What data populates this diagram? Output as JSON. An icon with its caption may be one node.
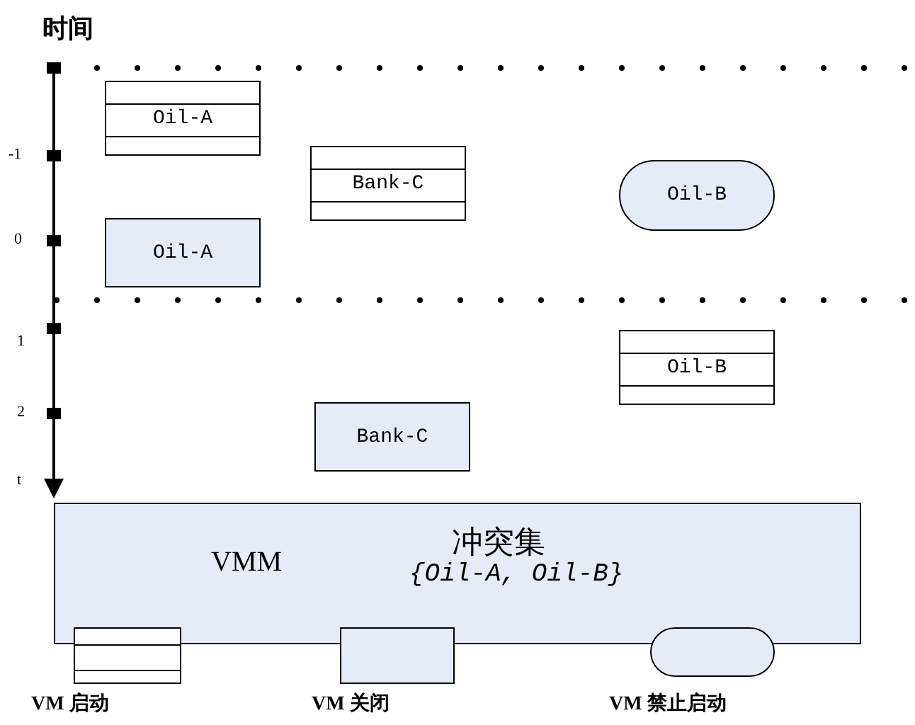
{
  "diagram": {
    "nodes": [
      {
        "text": [
          "Oil-A"
        ]
      },
      {
        "text": [
          "Bank-C"
        ]
      },
      {
        "text": [
          "Oil-B"
        ]
      },
      {
        "text": [
          "Oil-A"
        ]
      },
      {
        "text": [
          "Oil-B"
        ]
      },
      {
        "text": [
          "Bank-C"
        ]
      },
      {
        "text": [
          "VMM",
          "冲突集",
          "{Oil-A, Oil-B}"
        ]
      }
    ],
    "edges": [],
    "labels": [
      "时间",
      "-1",
      "0",
      "1",
      "2",
      "t"
    ],
    "legend": [
      {
        "text": "VM 启动"
      },
      {
        "text": "VM 关闭"
      },
      {
        "text": "VM 禁止启动"
      }
    ]
  }
}
